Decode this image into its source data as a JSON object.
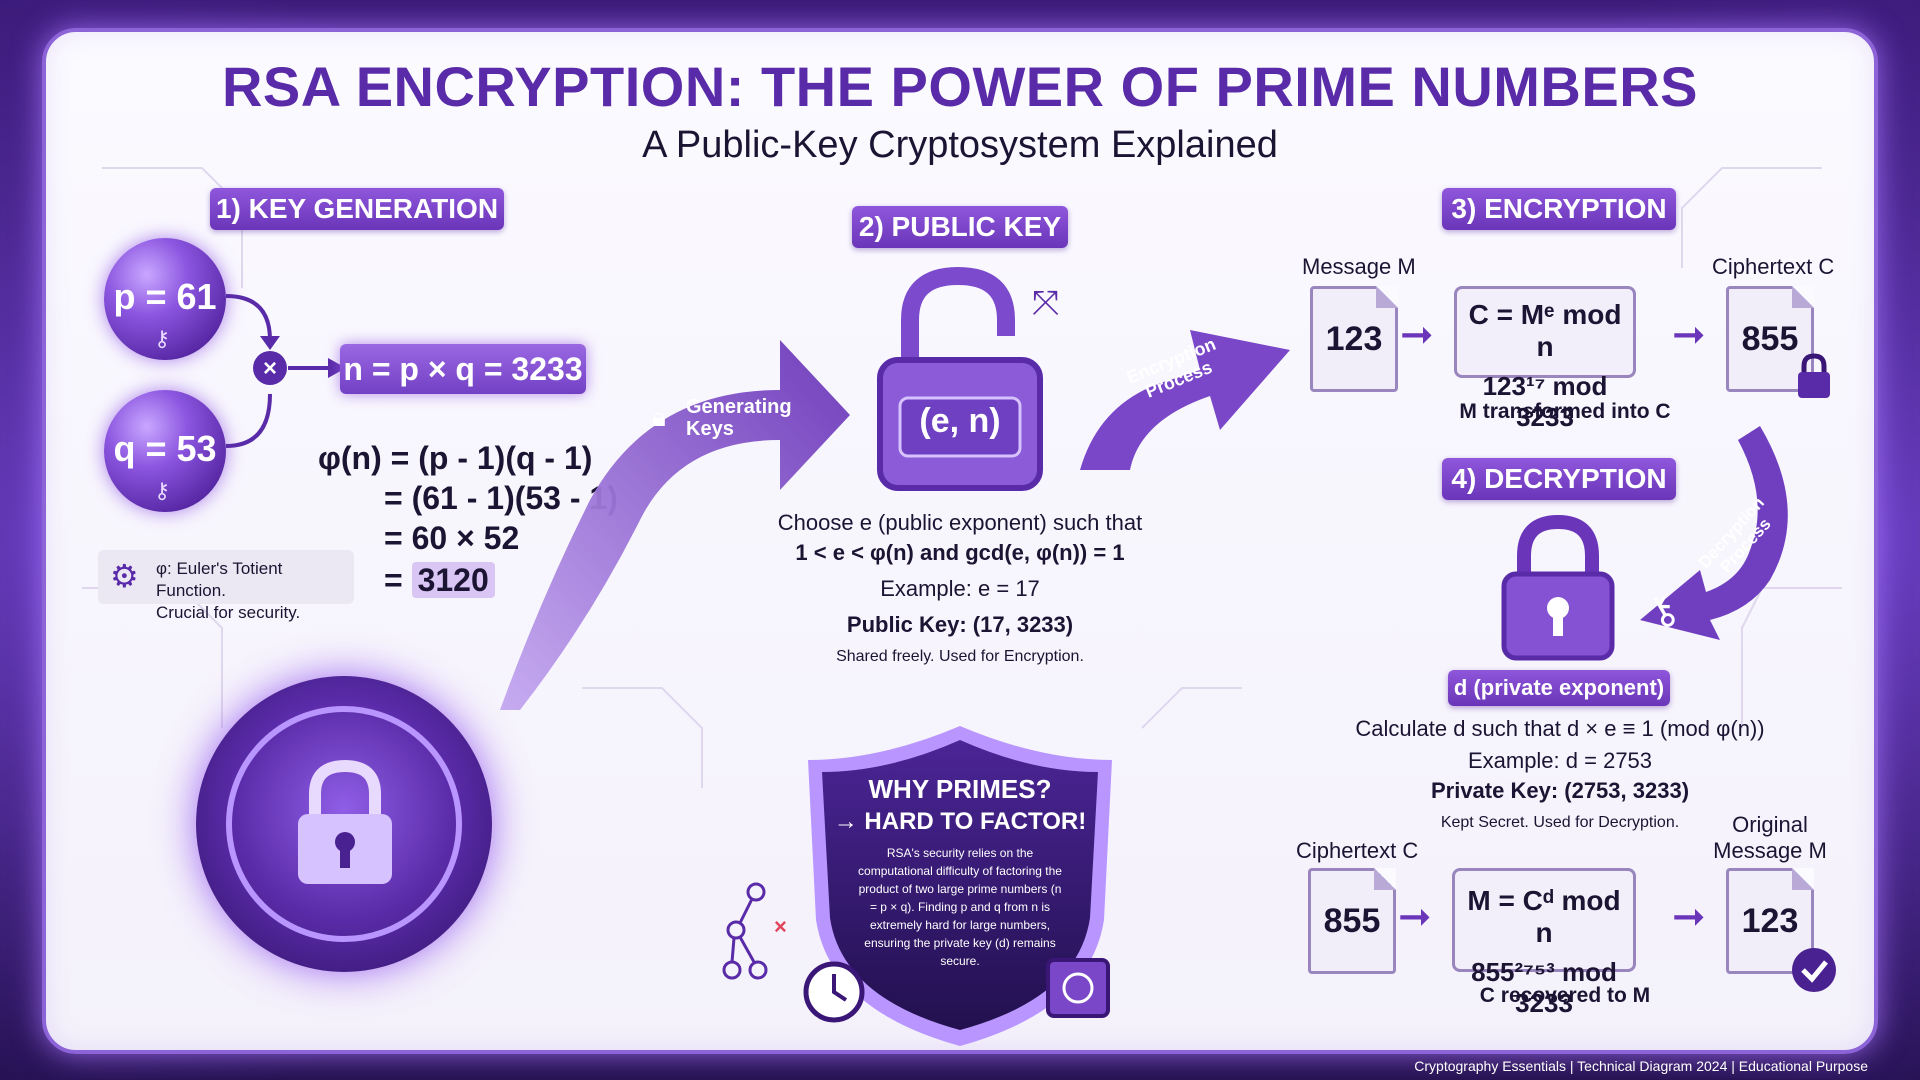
{
  "title": "RSA ENCRYPTION: THE POWER OF PRIME NUMBERS",
  "subtitle": "A Public-Key Cryptosystem Explained",
  "key_generation": {
    "badge": "1) KEY GENERATION",
    "p": "p = 61",
    "q": "q = 53",
    "n_box": "n = p × q = 3233",
    "phi_line1": "φ(n) = (p - 1)(q - 1)",
    "phi_line2": "= (61 - 1)(53 - 1)",
    "phi_line3": "= 60 × 52",
    "phi_line4": "3120",
    "phi_eq": "=",
    "note_line1": "φ: Euler's Totient Function.",
    "note_line2": "Crucial for security.",
    "arrow_label_1": "Generating",
    "arrow_label_2": "Keys"
  },
  "public_key": {
    "badge": "2) PUBLIC KEY",
    "lock_label": "(e, n)",
    "line1": "Choose e (public exponent) such that",
    "line2": "1 < e < φ(n) and gcd(e, φ(n)) = 1",
    "line3": "Example: e = 17",
    "line4": "Public Key: (17, 3233)",
    "line5": "Shared freely. Used for Encryption."
  },
  "encryption": {
    "badge": "3) ENCRYPTION",
    "process_label_1": "Encryption",
    "process_label_2": "Process",
    "message_label": "Message M",
    "message_value": "123",
    "formula_line1": "C = Mᵉ mod n",
    "formula_line2": "123¹⁷ mod 3233",
    "ciphertext_label": "Ciphertext C",
    "ciphertext_value": "855",
    "caption": "M transformed into C"
  },
  "decryption": {
    "badge": "4) DECRYPTION",
    "process_label_1": "Decryption",
    "process_label_2": "Process",
    "private_badge": "d (private exponent)",
    "line1": "Calculate d such that d × e ≡ 1 (mod φ(n))",
    "line2": "Example: d = 2753",
    "line3": "Private Key: (2753, 3233)",
    "line4": "Kept Secret. Used for Decryption.",
    "ciphertext_label": "Ciphertext C",
    "ciphertext_value": "855",
    "formula_line1": "M = Cᵈ mod n",
    "formula_line2": "855²⁷⁵³ mod 3233",
    "original_label_1": "Original",
    "original_label_2": "Message M",
    "original_value": "123",
    "caption": "C recovered to M"
  },
  "shield": {
    "title1": "WHY PRIMES?",
    "title2": "→ HARD TO FACTOR!",
    "body": "RSA's security relies on the computational difficulty of factoring the product of two large prime numbers (n = p × q). Finding p and q from n is extremely hard for large numbers, ensuring the private key (d) remains secure."
  },
  "footer": "Cryptography Essentials | Technical Diagram 2024 | Educational Purpose",
  "colors": {
    "accent": "#6a35b8",
    "title": "#5a2ba8",
    "frame": "#2a1257"
  }
}
